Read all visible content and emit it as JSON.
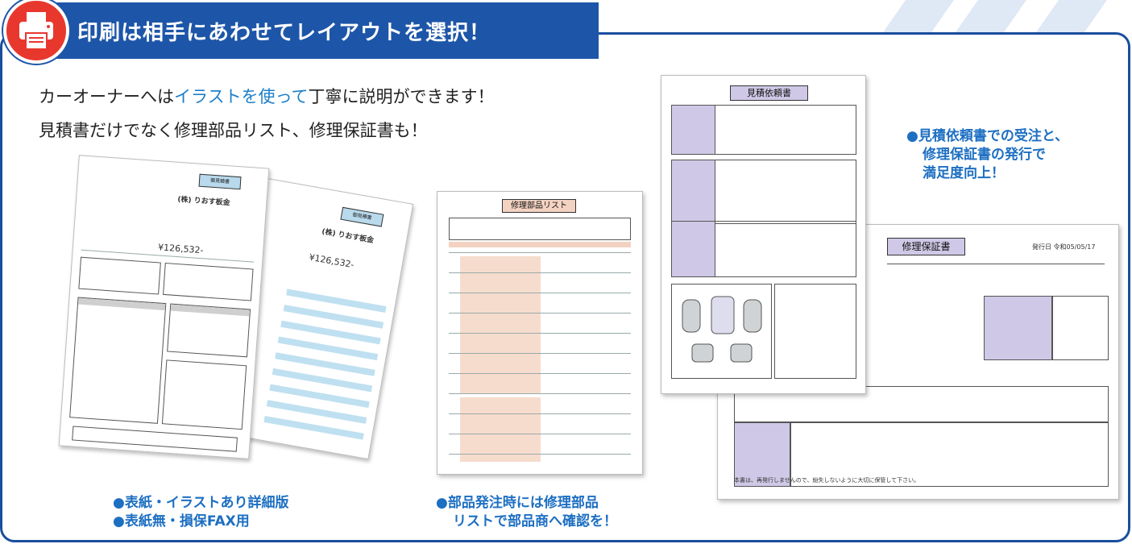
{
  "header": {
    "title": "印刷は相手にあわせてレイアウトを選択！"
  },
  "intro": {
    "line1_before": "カーオーナーへは",
    "line1_highlight": "イラストを使って",
    "line1_after": "丁寧に説明ができます！",
    "line2": "見積書だけでなく修理部品リスト、修理保証書も！"
  },
  "captions": {
    "estimate_line1": "●表紙・イラストあり詳細版",
    "estimate_line2": "●表紙無・損保FAX用",
    "parts_line1": "●部品発注時には修理部品",
    "parts_line2": "リストで部品商へ確認を！",
    "request_line1": "●見積依頼書での受注と、",
    "request_line2": "修理保証書の発行で",
    "request_line3": "満足度向上！"
  },
  "documents": {
    "estimate_amount": "¥126,532-",
    "estimate_company": "(株) りおす板金",
    "parts_title": "修理部品リスト",
    "request_title": "見積依頼書",
    "warranty_title": "修理保証書",
    "warranty_issue_date": "発行日 令和05/05/17",
    "warranty_footer": "本書は、再発行しませんので、紛失しないように大切に保管して下さい。"
  },
  "colors": {
    "brand_blue": "#1d56a8",
    "printer_red": "#e8382e",
    "highlight_blue": "#1d7fc8"
  }
}
